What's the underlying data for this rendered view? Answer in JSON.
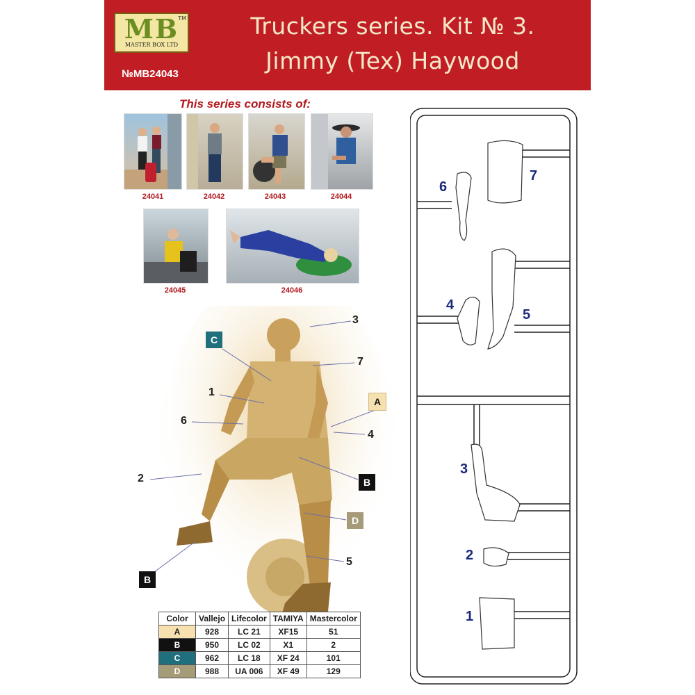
{
  "header": {
    "logo_text": "MB",
    "logo_tm": "TM",
    "logo_company": "MASTER BOX LTD",
    "kit_number": "№MB24043",
    "title_line1": "Truckers series. Kit № 3.",
    "title_line2": "Jimmy (Tex) Haywood",
    "banner_color": "#c01e24"
  },
  "series": {
    "heading": "This series consists of:",
    "kits": [
      {
        "code": "24041"
      },
      {
        "code": "24042"
      },
      {
        "code": "24043"
      },
      {
        "code": "24044"
      },
      {
        "code": "24045"
      },
      {
        "code": "24046"
      }
    ]
  },
  "figure_callouts": {
    "numbers": [
      "3",
      "7",
      "1",
      "6",
      "4",
      "2",
      "5"
    ],
    "color_letters": [
      "C",
      "A",
      "B",
      "D",
      "B"
    ]
  },
  "sprue_numbers": [
    "6",
    "7",
    "4",
    "5",
    "3",
    "2",
    "1"
  ],
  "paint_table": {
    "headers": [
      "Color",
      "Vallejo",
      "Lifecolor",
      "TAMIYA",
      "Mastercolor"
    ],
    "rows": [
      {
        "letter": "A",
        "swatch": "#f7e0b0",
        "text_color": "#1d1d1b",
        "vallejo": "928",
        "lifecolor": "LC 21",
        "tamiya": "XF15",
        "mastercolor": "51"
      },
      {
        "letter": "B",
        "swatch": "#111111",
        "text_color": "#ffffff",
        "vallejo": "950",
        "lifecolor": "LC 02",
        "tamiya": "X1",
        "mastercolor": "2"
      },
      {
        "letter": "C",
        "swatch": "#1f6f7c",
        "text_color": "#ffffff",
        "vallejo": "962",
        "lifecolor": "LC 18",
        "tamiya": "XF 24",
        "mastercolor": "101"
      },
      {
        "letter": "D",
        "swatch": "#a69b78",
        "text_color": "#ffffff",
        "vallejo": "988",
        "lifecolor": "UA 006",
        "tamiya": "XF 49",
        "mastercolor": "129"
      }
    ]
  }
}
